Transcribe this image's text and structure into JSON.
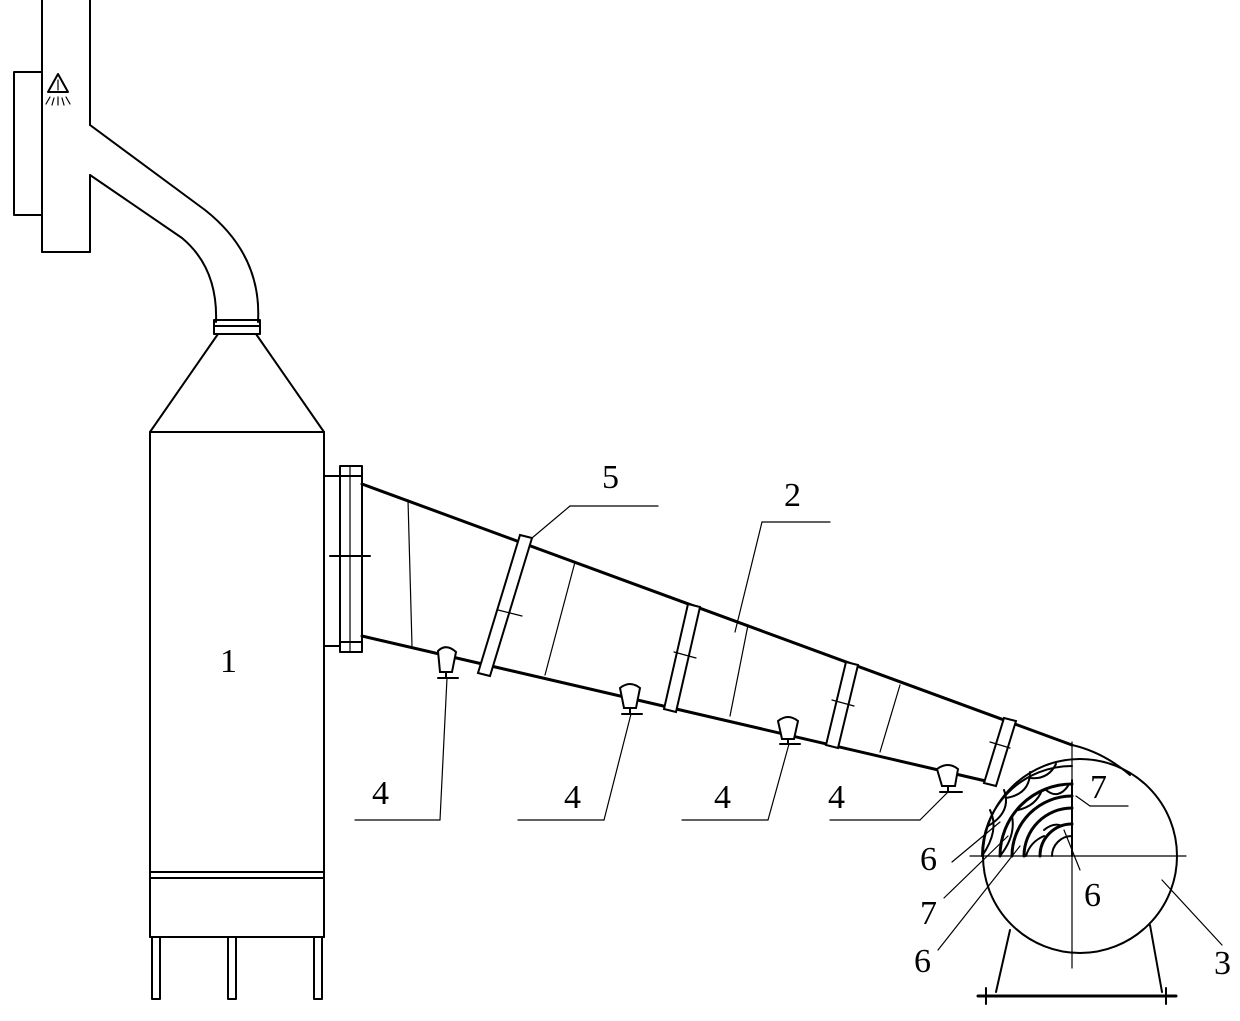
{
  "labels": {
    "tower": "1",
    "duct": "2",
    "fan": "3",
    "support_1": "4",
    "support_2": "4",
    "support_3": "4",
    "support_4": "4",
    "flange": "5",
    "vane_a": "6",
    "vane_b": "6",
    "vane_c": "6",
    "blade_a": "7",
    "blade_b": "7"
  },
  "icons": {
    "spray_nozzle": "spray-nozzle-icon"
  }
}
